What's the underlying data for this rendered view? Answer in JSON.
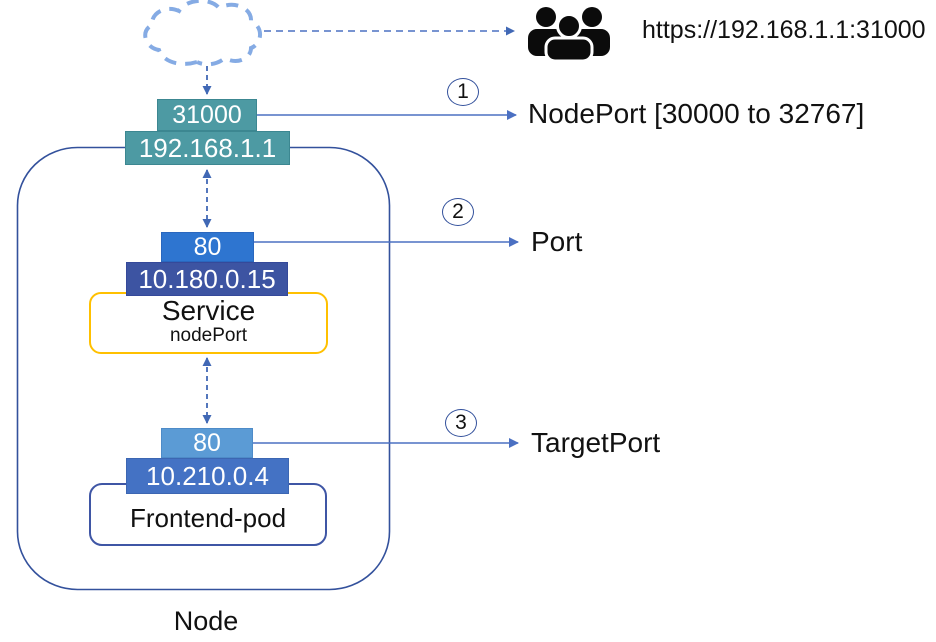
{
  "external": {
    "url": "https://192.168.1.1:31000"
  },
  "node": {
    "label": "Node",
    "node_port": "31000",
    "node_ip": "192.168.1.1",
    "service": {
      "port": "80",
      "cluster_ip": "10.180.0.15",
      "label": "Service",
      "sublabel": "nodePort"
    },
    "pod": {
      "port": "80",
      "pod_ip": "10.210.0.4",
      "label": "Frontend-pod"
    }
  },
  "annotations": [
    {
      "number": "1",
      "label": "NodePort [30000 to 32767]"
    },
    {
      "number": "2",
      "label": "Port"
    },
    {
      "number": "3",
      "label": "TargetPort"
    }
  ],
  "icons": {
    "cloud": "cloud-icon",
    "users": "users-icon"
  },
  "colors": {
    "teal_box": "#4D9AA3",
    "teal_border": "#3C8791",
    "service_port_box": "#2E75D0",
    "service_ip_box": "#3D54A2",
    "pod_port_box": "#5B9BD5",
    "pod_ip_box": "#4472C4",
    "service_outline": "#FFC000",
    "pod_outline": "#3F56A5",
    "node_outline": "#33519C",
    "arrow_blue": "#4B70C2",
    "dashed_arrow_blue": "#4168B5",
    "cloud_dash_blue": "#85ABE4",
    "icon_black": "#0b0b0b",
    "text_dark": "#111111",
    "text_light": "#FFFFFF"
  }
}
